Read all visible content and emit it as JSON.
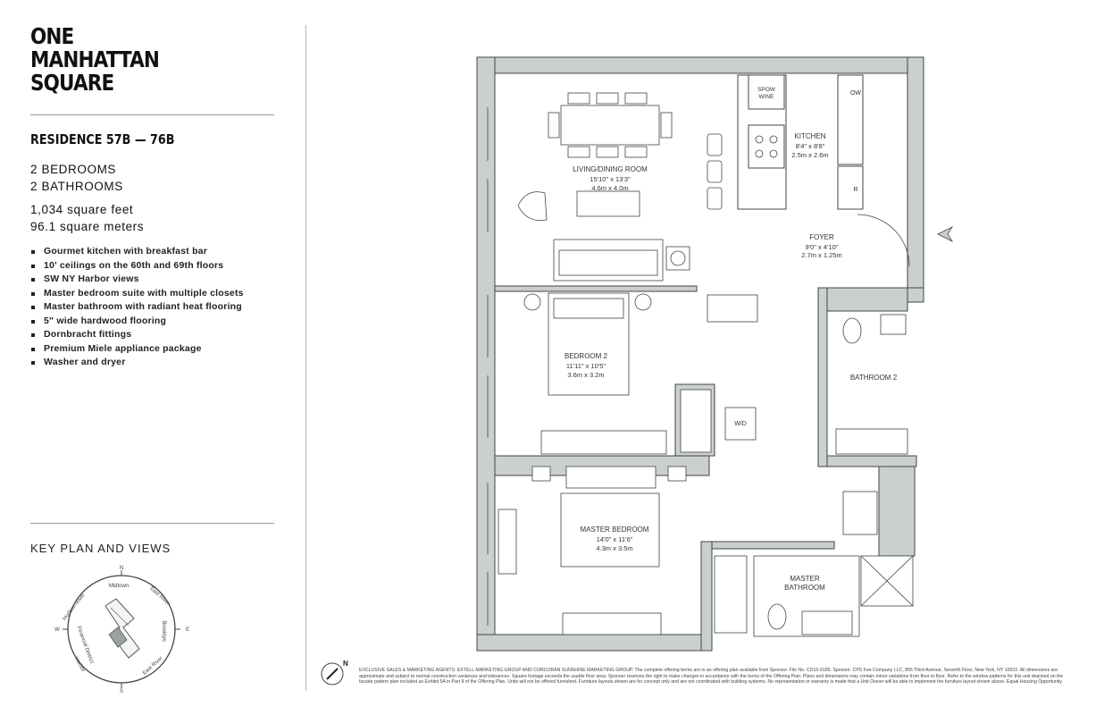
{
  "logo": {
    "line1": "ONE",
    "line2": "MANHATTAN",
    "line3": "SQUARE"
  },
  "residence": "RESIDENCE 57B — 76B",
  "bedrooms": "2 BEDROOMS",
  "bathrooms": "2 BATHROOMS",
  "area_sqft": "1,034 square feet",
  "area_sqm": "96.1 square meters",
  "features": [
    "Gourmet kitchen with breakfast bar",
    "10' ceilings on the 60th and 69th floors",
    "SW NY Harbor views",
    "Master bedroom suite with multiple closets",
    "Master bathroom with radiant heat flooring",
    "5\" wide hardwood flooring",
    "Dornbracht fittings",
    "Premium Miele appliance package",
    "Washer and dryer"
  ],
  "key_plan": {
    "title": "KEY PLAN AND VIEWS",
    "n": "N",
    "s": "S",
    "e": "E",
    "w": "W",
    "hudson": "Hudson River",
    "midtown": "Midtown",
    "east_river_top": "East River",
    "brooklyn": "Brooklyn",
    "financial": "Financial District",
    "harbor": "Harbor",
    "east_river_bottom": "East River"
  },
  "rooms": {
    "living": {
      "name": "LIVING/DINING ROOM",
      "imperial": "15'10\" x 13'3\"",
      "metric": "4.6m x 4.0m"
    },
    "kitchen": {
      "name": "KITCHEN",
      "imperial": "8'4\" x 8'8\"",
      "metric": "2.5m x 2.6m"
    },
    "foyer": {
      "name": "FOYER",
      "imperial": "9'0\" x 4'10\"",
      "metric": "2.7m x 1.25m"
    },
    "bedroom2": {
      "name": "BEDROOM 2",
      "imperial": "11'11\" x 10'5\"",
      "metric": "3.6m x 3.2m"
    },
    "bathroom2": {
      "name": "BATHROOM 2"
    },
    "master_bedroom": {
      "name": "MASTER BEDROOM",
      "imperial": "14'0\" x 11'6\"",
      "metric": "4.3m x 3.5m"
    },
    "master_bathroom": {
      "line1": "MASTER",
      "line2": "BATHROOM"
    }
  },
  "appliances": {
    "spow": "SPOW",
    "wine": "WINE",
    "ow": "OW",
    "r": "R",
    "wd": "W/D"
  },
  "compass_n": "N",
  "disclaimer": "EXCLUSIVE SALES & MARKETING AGENTS: EXTELL MARKETING GROUP AND CORCORAN SUNSHINE MARKETING GROUP. The complete offering terms are in an offering plan available from Sponsor. File No. CD15-0185. Sponsor: CPS Fee Company LLC, 805 Third Avenue, Seventh Floor, New York, NY 10022. All dimensions are approximate and subject to normal construction variances and tolerances. Square footage exceeds the usable floor area. Sponsor reserves the right to make changes in accordance with the terms of the Offering Plan. Plans and dimensions may contain minor variations from floor to floor. Refer to the window patterns for this unit depicted on the facade pattern plan included as Exhibit 5A in Part II of the Offering Plan. Units will not be offered furnished. Furniture layouts shown are for concept only and are not coordinated with building systems. No representation or warranty is made that a Unit Owner will be able to implement the furniture layout shown above. Equal Housing Opportunity.",
  "colors": {
    "wall": "#c9d0cd",
    "line": "#444444"
  }
}
